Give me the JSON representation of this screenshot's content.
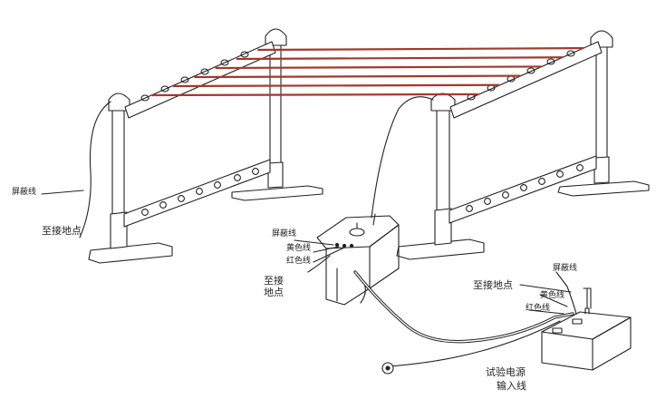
{
  "diagram": {
    "background": "#ffffff",
    "line_color": "#222222",
    "conductor_color": "#a23a2c",
    "conductor_count": 6,
    "labels": {
      "shield_wire_left": "屏蔽线",
      "to_ground_left": "至接地点",
      "shield_wire_transformer": "屏蔽线",
      "yellow_wire_transformer": "黄色线",
      "red_wire_transformer": "红色线",
      "to_ground_transformer_line1": "至接",
      "to_ground_transformer_line2": "地点",
      "to_ground_console": "至接地点",
      "shield_wire_console": "屏蔽线",
      "yellow_wire_console": "黄色线",
      "red_wire_console": "红色线",
      "power_input_line1": "试验电源",
      "power_input_line2": "输入线"
    }
  }
}
